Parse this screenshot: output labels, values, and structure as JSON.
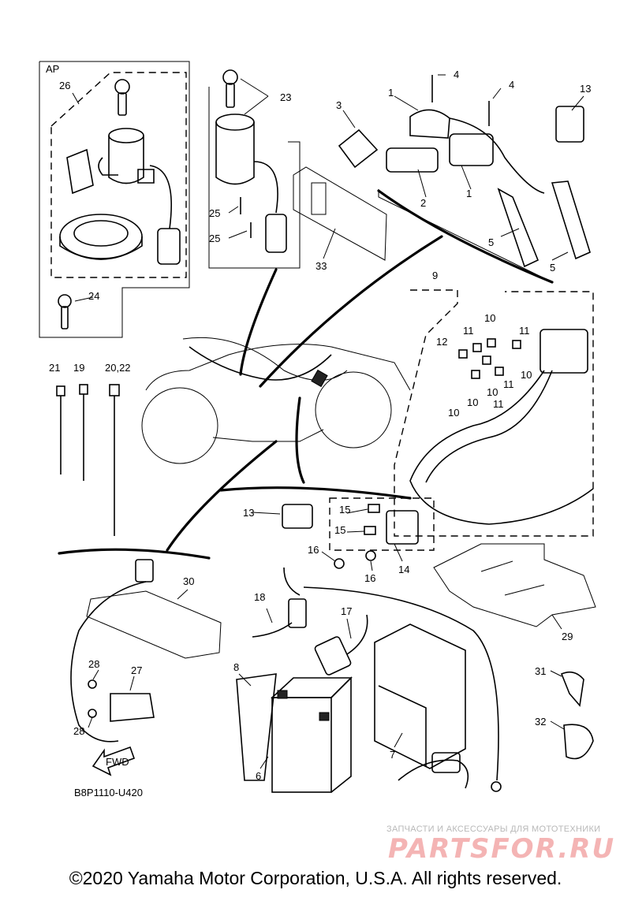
{
  "diagram": {
    "group_label": "AP",
    "drawing_code": "B8P1110-U420",
    "fwd_label": "FWD",
    "callouts": {
      "c1a": "1",
      "c1b": "1",
      "c2": "2",
      "c3": "3",
      "c4a": "4",
      "c4b": "4",
      "c5a": "5",
      "c5b": "5",
      "c6": "6",
      "c7": "7",
      "c8": "8",
      "c9": "9",
      "c10a": "10",
      "c10b": "10",
      "c10c": "10",
      "c10d": "10",
      "c10e": "10",
      "c11a": "11",
      "c11b": "11",
      "c11c": "11",
      "c11d": "11",
      "c12": "12",
      "c13a": "13",
      "c13b": "13",
      "c14": "14",
      "c15a": "15",
      "c15b": "15",
      "c16a": "16",
      "c16b": "16",
      "c17": "17",
      "c18": "18",
      "c19": "19",
      "c2022": "20,22",
      "c21": "21",
      "c23": "23",
      "c24": "24",
      "c25a": "25",
      "c25b": "25",
      "c26": "26",
      "c27": "27",
      "c28a": "28",
      "c28b": "28",
      "c29": "29",
      "c30": "30",
      "c31": "31",
      "c32": "32",
      "c33": "33"
    }
  },
  "watermark": {
    "subtitle": "ЗАПЧАСТИ И АКСЕССУАРЫ ДЛЯ МОТОТЕХНИКИ",
    "logo": "PARTSFOR.RU"
  },
  "footer": {
    "copyright": "©2020 Yamaha Motor Corporation, U.S.A. All rights reserved."
  }
}
